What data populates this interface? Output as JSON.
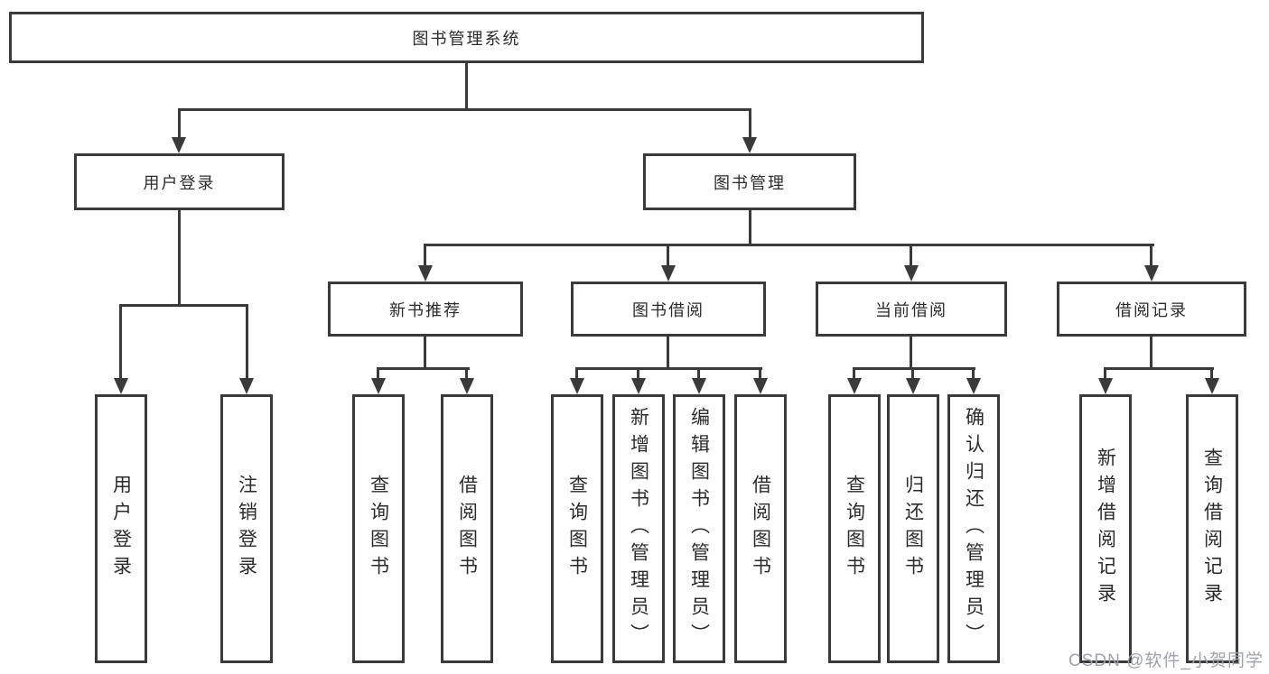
{
  "colors": {
    "line": "#3a3a3a",
    "box_border": "#3a3a3a",
    "box_fill": "#ffffff",
    "text": "#2b2b2b",
    "watermark_text": "#9fa3a9",
    "background": "#ffffff"
  },
  "diagram": {
    "type": "hierarchy-tree",
    "root": {
      "label": "图书管理系统",
      "children": [
        {
          "label": "用户登录",
          "children": [
            {
              "label": "用户登录"
            },
            {
              "label": "注销登录"
            }
          ]
        },
        {
          "label": "图书管理",
          "children": [
            {
              "label": "新书推荐",
              "children": [
                {
                  "label": "查询图书"
                },
                {
                  "label": "借阅图书"
                }
              ]
            },
            {
              "label": "图书借阅",
              "children": [
                {
                  "label": "查询图书"
                },
                {
                  "label": "新增图书（管理员）"
                },
                {
                  "label": "编辑图书（管理员）"
                },
                {
                  "label": "借阅图书"
                }
              ]
            },
            {
              "label": "当前借阅",
              "children": [
                {
                  "label": "查询图书"
                },
                {
                  "label": "归还图书"
                },
                {
                  "label": "确认归还（管理员）"
                }
              ]
            },
            {
              "label": "借阅记录",
              "children": [
                {
                  "label": "新增借阅记录"
                },
                {
                  "label": "查询借阅记录"
                }
              ]
            }
          ]
        }
      ]
    }
  },
  "watermark": {
    "text": "CSDN @软件_小贺同学"
  }
}
